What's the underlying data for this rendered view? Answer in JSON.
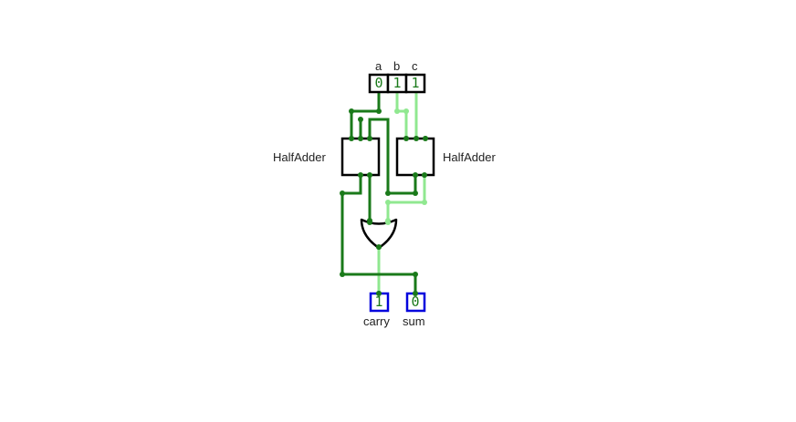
{
  "inputs": [
    {
      "name": "a",
      "value": "0"
    },
    {
      "name": "b",
      "value": "1"
    },
    {
      "name": "c",
      "value": "1"
    }
  ],
  "outputs": [
    {
      "name": "carry",
      "value": "1"
    },
    {
      "name": "sum",
      "value": "0"
    }
  ],
  "components": {
    "left_half_adder": "HalfAdder",
    "right_half_adder": "HalfAdder"
  },
  "colors": {
    "wire_active": "#1a7a1a",
    "wire_inactive": "#90e890",
    "component_border": "#000000",
    "output_border": "#0000dd",
    "label_text": "#222222"
  }
}
